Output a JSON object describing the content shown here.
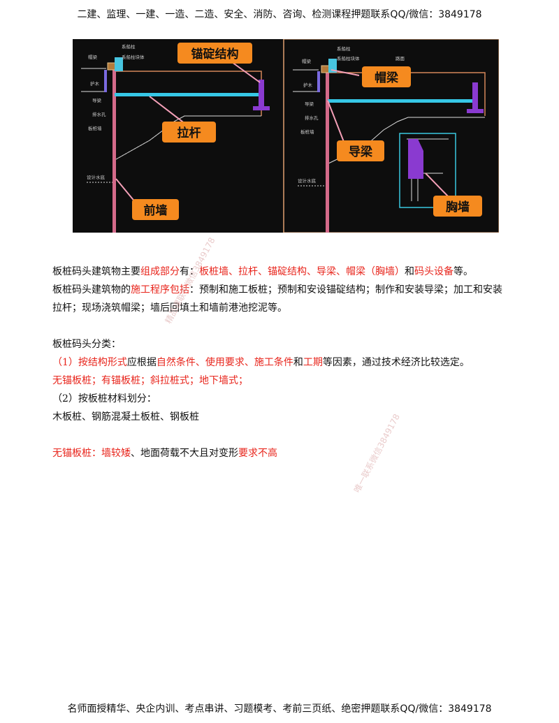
{
  "header": {
    "text": "二建、监理、一建、一造、二造、安全、消防、咨询、检测课程押题联系QQ/微信：3849178"
  },
  "figure": {
    "left": {
      "labels": [
        "锚碇结构",
        "拉杆",
        "前墙"
      ],
      "small": [
        "帽梁",
        "系船柱",
        "系船柱块体",
        "护木",
        "导梁",
        "排水孔",
        "板桩墙",
        "设计水底"
      ]
    },
    "right": {
      "labels": [
        "帽梁",
        "导梁",
        "胸墙"
      ],
      "small": [
        "帽梁",
        "系船柱",
        "系船柱块体",
        "路面",
        "护木",
        "导梁",
        "排水孔",
        "板桩墙",
        "设计水底"
      ]
    }
  },
  "p1": {
    "a": "板桩码头建筑物主要",
    "b": "组成部分",
    "c": "有：",
    "d": "板桩墙、拉杆、锚碇结构、导梁、帽梁（胸墙）",
    "e": "和",
    "f": "码头设备",
    "g": "等。"
  },
  "p2": {
    "a": "板桩码头建筑物的",
    "b": "施工程序包括",
    "c": "：预制和施工板桩；预制和安设锚碇结构；制作和安装导梁；加工和安装拉杆；现场浇筑帽梁；墙后回填土和墙前港池挖泥等。"
  },
  "p3": {
    "a": "板桩码头分类："
  },
  "p4": {
    "a": "（1）按结构形式",
    "b": "应根据",
    "c": "自然条件、使用要求、施工条件",
    "d": "和",
    "e": "工期",
    "f": "等因素，通过技术经济比较选定。"
  },
  "p5": {
    "a": "无锚板桩；有锚板桩；斜拉桩式；地下墙式；"
  },
  "p6": {
    "a": "（2）按板桩材料划分："
  },
  "p7": {
    "a": "木板桩、钢筋混凝土板桩、钢板桩"
  },
  "p8": {
    "a": "无锚板桩：",
    "b": "墙较矮",
    "c": "、地面荷载不大且对变形",
    "d": "要求不高"
  },
  "watermarks": [
    "精品课联系微信3849178",
    "唯一联系微信3849178"
  ],
  "footer": {
    "text": "名师面授精华、央企内训、考点串讲、习题模考、考前三页纸、绝密押题联系QQ/微信：3849178"
  }
}
